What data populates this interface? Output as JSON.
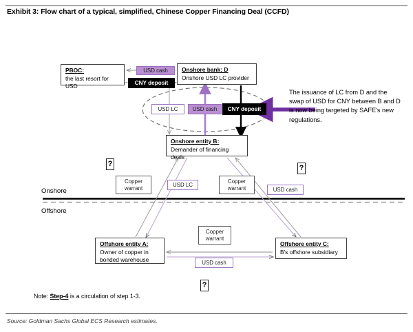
{
  "exhibit": {
    "title": "Exhibit 3: Flow chart of a typical, simplified, Chinese Copper Financing Deal (CCFD)",
    "source": "Source: Goldman Sachs Global ECS Research estimates."
  },
  "colors": {
    "purple_fill": "#b98fd2",
    "purple_border": "#9d76c4",
    "purple_arrow": "#7030a0",
    "black": "#000000",
    "grey_line": "#a9a9a9",
    "box_border": "#3f3f3f"
  },
  "entities": {
    "pboc": {
      "title": "PBOC:",
      "subtitle": "the last resort for USD"
    },
    "bank_d": {
      "title": "Onshore bank: D",
      "subtitle": "Onshore USD LC provider"
    },
    "entity_b": {
      "title": "Onshore entity B:",
      "subtitle": "Demander of financing deals"
    },
    "entity_a": {
      "title": "Offshore entity A:",
      "subtitle": "Owner of copper in bonded warehouse"
    },
    "entity_c": {
      "title": "Offshore entity C:",
      "subtitle": "B's offshore subsidiary"
    }
  },
  "flow_labels": {
    "usd_cash_top": "USD cash",
    "cny_deposit_top": "CNY deposit",
    "usd_lc_ellipse": "USD LC",
    "usd_cash_ellipse": "USD cash",
    "cny_deposit_ellipse": "CNY deposit",
    "copper_warrant_1": "Copper warrant",
    "usd_lc_mid": "USD LC",
    "copper_warrant_2": "Copper warrant",
    "usd_cash_mid": "USD cash",
    "copper_warrant_3": "Copper warrant",
    "usd_cash_bottom": "USD cash"
  },
  "zones": {
    "onshore": "Onshore",
    "offshore": "Offshore"
  },
  "question_marks": {
    "left": "?",
    "right": "?",
    "bottom": "?"
  },
  "annotation": {
    "text": "The issuance of LC from D and the swap of USD for CNY between B and D is now being targeted by SAFE's new regulations."
  },
  "note": {
    "prefix": "Note: ",
    "emphasis": "Step-4",
    "suffix": " is a circulation of step 1-3."
  }
}
